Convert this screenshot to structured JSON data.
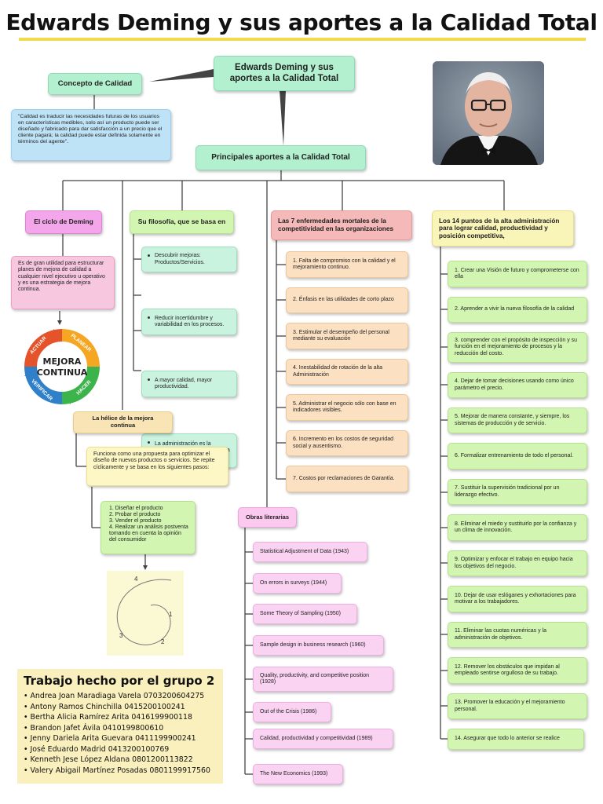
{
  "title": "Edwards Deming y sus aportes a la Calidad Total",
  "center_node": "Edwards Deming y sus aportes a la Calidad Total",
  "concepto": {
    "label": "Concepto de Calidad",
    "text": "\"Calidad es traducir las necesidades futuras de los usuarios en características medibles, solo así un producto puede ser diseñado y fabricado para dar satisfacción a un precio que el cliente pagará; la calidad puede estar definida solamente en términos del agente\"."
  },
  "aportes_label": "Principales aportes a la Calidad Total",
  "ciclo": {
    "label": "El ciclo de Deming",
    "text": "Es de gran utilidad para estructurar planes de mejora de calidad a cualquier nivel ejecutivo u operativo y es una estrategia de mejora continua.",
    "center": "MEJORA CONTINUA",
    "center_line1": "MEJORA",
    "center_line2": "CONTINUA",
    "segments": [
      "PLANEAR",
      "HACER",
      "VERIFICAR",
      "ACTUAR"
    ]
  },
  "filosofia": {
    "label": "Su filosofía, que se basa en",
    "items": [
      "Descubrir mejoras: Productos/Servicios.",
      "Reducir incertidumbre y variabilidad en los procesos.",
      "A mayor calidad, mayor productividad.",
      "La administración es la responsable de la mejora de la Calidad"
    ]
  },
  "helice": {
    "label": "La hélice de la mejora continua",
    "text": "Funciona como una propuesta para optimizar el diseño de nuevos productos o servicios. Se repite cíclicamente y se basa en los siguientes pasos:",
    "steps": [
      "1. Diseñar el producto",
      "2. Probar el producto",
      "3. Vender el producto",
      "4. Realizar un análisis postventa tomando en cuenta la opinión del consumidor"
    ],
    "spiral_labels": [
      "1",
      "2",
      "3",
      "4"
    ]
  },
  "enfermedades": {
    "label": "Las 7 enfermedades mortales de la competitividad en las organizaciones",
    "items": [
      "1. Falta de compromiso con la calidad y el mejoramiento continuo.",
      "2. Énfasis en las utilidades de corto plazo",
      "3. Estimular el desempeño del personal mediante su evaluación",
      "4. Inestabilidad de rotación de la alta Administración",
      "5. Administrar el negocio sólo con base en indicadores visibles.",
      "6. Incremento en los costos de seguridad social y ausentismo.",
      "7. Costos por reclamaciones de Garantía."
    ]
  },
  "obras": {
    "label": "Obras literarias",
    "items": [
      "Statistical Adjustment of Data (1943)",
      "On errors in surveys (1944)",
      "Some Theory of Sampling (1950)",
      "Sample design in business research (1960)",
      "Quality, productivity, and competitive position (1928)",
      "Out of the Crisis (1986)",
      "Calidad, productividad y competitividad (1989)",
      "The New Economics (1993)"
    ]
  },
  "puntos": {
    "label": "Los 14 puntos de la alta administración para lograr calidad, productividad y posición competitiva,",
    "items": [
      "1. Crear una Visión de futuro y comprometerse con ella",
      "2. Aprender a vivir la nueva filosofía de la calidad",
      "3. comprender con el propósito de inspección y su función en el mejoramiento de procesos y la reducción del costo.",
      "4. Dejar de tomar decisiones usando como único parámetro el precio.",
      "5. Mejorar de manera constante, y siempre, los sistemas de producción y de servicio.",
      "6. Formalizar entrenamiento de todo el personal.",
      "7. Sustituir la supervisión tradicional por un liderazgo efectivo.",
      "8. Eliminar el miedo y sustituirlo por la confianza y un clima de innovación.",
      "9. Optimizar y enfocar el trabajo en equipo hacia los objetivos del negocio.",
      "10. Dejar de usar eslóganes y exhortaciones para motivar a los trabajadores.",
      "11. Eliminar las cuotas numéricas y la administración de objetivos.",
      "12. Remover los obstáculos que impidan al empleado sentirse orgulloso de su trabajo.",
      "13. Promover la educación y el mejoramiento personal.",
      "14. Asegurar que todo lo anterior se realice"
    ]
  },
  "team": {
    "title": "Trabajo hecho por el grupo 2",
    "members": [
      "• Andrea Joan Maradiaga Varela 0703200604275",
      "• Antony Ramos Chinchilla 0415200100241",
      "• Bertha Alicia Ramírez Arita 0416199900118",
      "• Brandon Jafet Ávila 0410199800610",
      "• Jenny Dariela Arita Guevara 0411199900241",
      "• José Eduardo Madrid 0413200100769",
      "• Kenneth Jese López Aldana 0801200113822",
      "• Valery Abigail Martínez Posadas 0801199917560"
    ]
  },
  "colors": {
    "title_underline": "#f2d94e",
    "connector": "#444444",
    "cycle_plan": "#f5a623",
    "cycle_do": "#3cb44b",
    "cycle_check": "#2f80c9",
    "cycle_act": "#e5532b"
  }
}
